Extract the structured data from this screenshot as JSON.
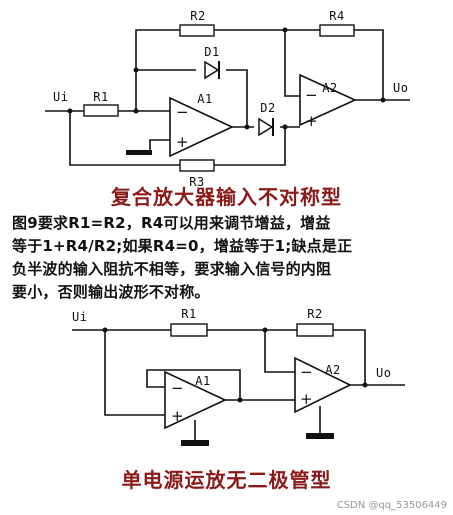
{
  "figure1": {
    "input_label": "Ui",
    "output_label": "Uo",
    "r1_label": "R1",
    "r2_label": "R2",
    "r3_label": "R3",
    "r4_label": "R4",
    "d1_label": "D1",
    "d2_label": "D2",
    "a1_label": "A1",
    "a2_label": "A2",
    "minus_sign": "−",
    "plus_sign": "+"
  },
  "caption1": "复合放大器输入不对称型",
  "note_lines": [
    "图9要求R1=R2，R4可以用来调节增益，增益",
    "等于1+R4/R2;如果R4=0，增益等于1;缺点是正",
    "负半波的输入阻抗不相等，要求输入信号的内阻",
    "要小，否则输出波形不对称。"
  ],
  "figure2": {
    "input_label": "Ui",
    "output_label": "Uo",
    "r1_label": "R1",
    "r2_label": "R2",
    "a1_label": "A1",
    "a2_label": "A2",
    "minus_sign": "−",
    "plus_sign": "+"
  },
  "caption2": "单电源运放无二极管型",
  "watermark": "CSDN @qq_53506449",
  "colors": {
    "caption": "#8b1a1a",
    "ink": "#111111"
  }
}
